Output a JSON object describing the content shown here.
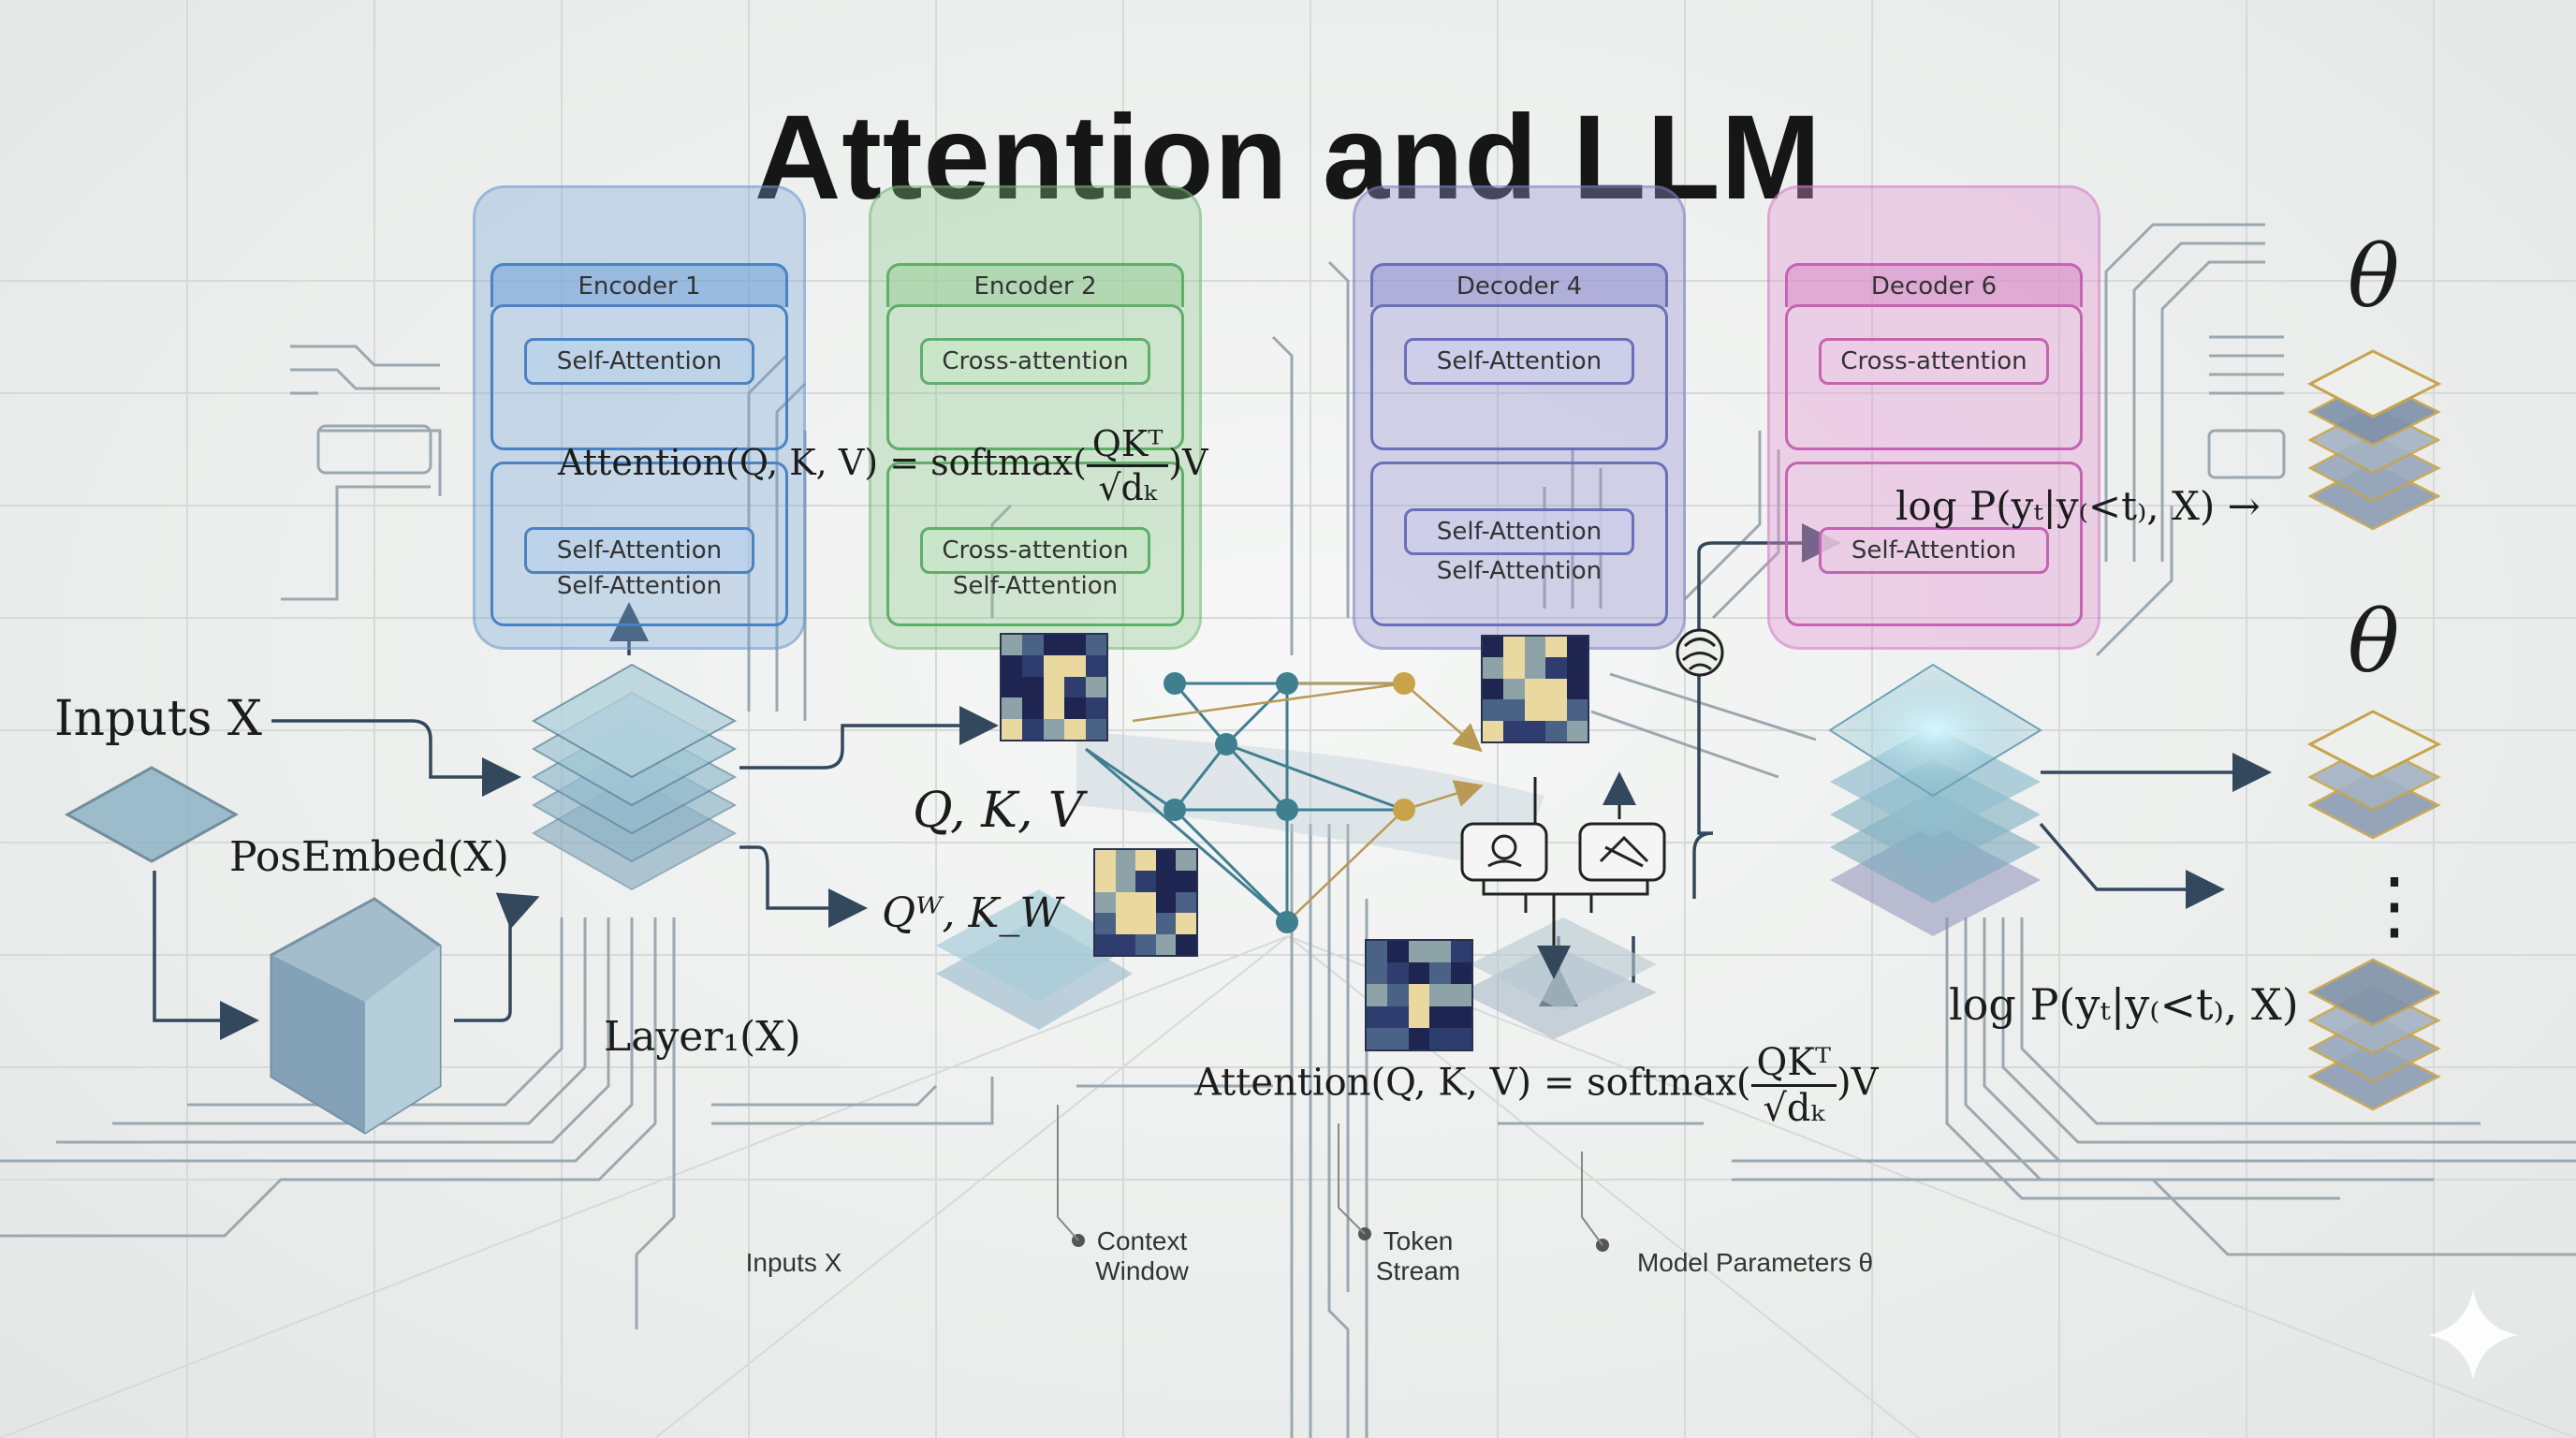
{
  "title": "Attention and LLM",
  "panels": {
    "encoder1": {
      "header": "Encoder 1",
      "top_block": "Self-Attention",
      "bottom_block": "Self-Attention",
      "bottom_label": "Self-Attention",
      "color": "#4d82c2"
    },
    "encoder2": {
      "header": "Encoder 2",
      "top_block": "Cross-attention",
      "bottom_block": "Cross-attention",
      "bottom_label": "Self-Attention",
      "color": "#5fae6a"
    },
    "decoder4": {
      "header": "Decoder 4",
      "top_block": "Self-Attention",
      "bottom_block": "Self-Attention",
      "bottom_label": "Self-Attention",
      "color": "#6b6fb8"
    },
    "decoder6": {
      "header": "Decoder 6",
      "top_block": "Cross-attention",
      "bottom_block": "Self-Attention",
      "color": "#c464b3"
    }
  },
  "labels": {
    "inputs": "Inputs X",
    "posembed": "PosEmbed(X)",
    "layer": "Layer₁(X)",
    "qkv": "Q, K, V",
    "qw_kw": "Qᵂ, K_W",
    "attention_lhs": "Attention(Q, K, V) = softmax(",
    "attention_num": "QKᵀ",
    "attention_den": "√dₖ",
    "attention_rhs": ")V",
    "logp": "log P(yₜ|y₍<t₎, X)",
    "logp_arrow": "log P(yₜ|y₍<t₎, X) →",
    "theta": "θ",
    "dots": "⋮"
  },
  "captions": {
    "inputs": "Inputs X",
    "context": "Context\nWindow",
    "token": "Token\nStream",
    "params": "Model Parameters θ"
  },
  "icons": [
    "brain-icon",
    "router-icon",
    "tool-icon",
    "sparkle-icon"
  ],
  "colors": {
    "ink": "#1c1c1c",
    "teal": "#3f7f8f",
    "gold": "#c8a34a",
    "heat_dark": "#1d2550",
    "heat_light": "#e9d8a0"
  }
}
